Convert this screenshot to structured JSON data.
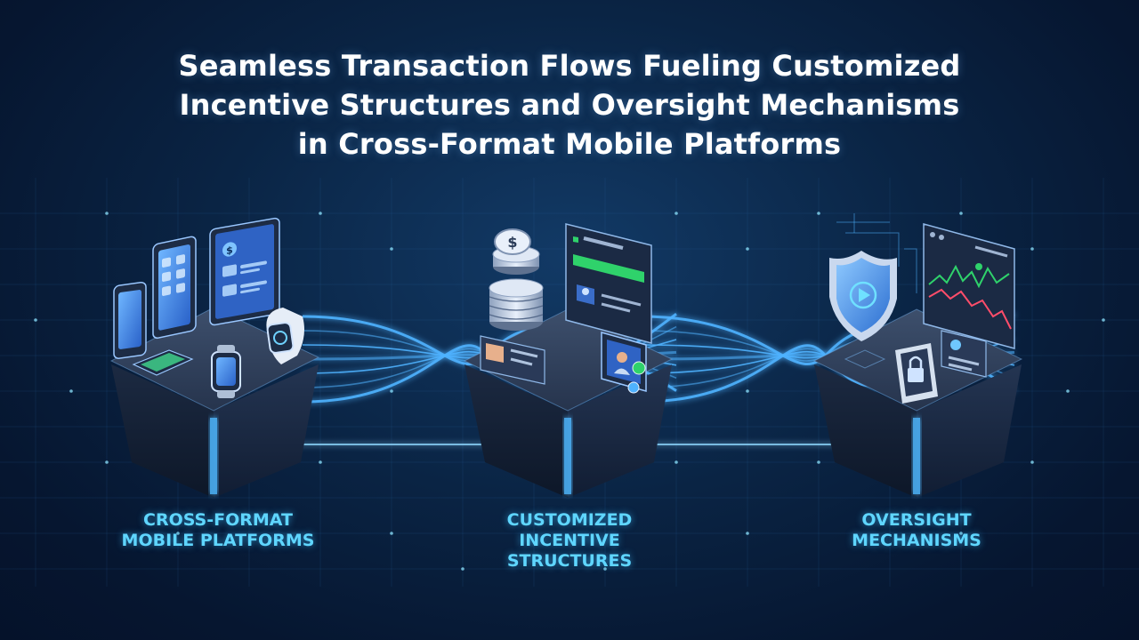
{
  "title_lines": [
    "Seamless Transaction Flows Fueling Customized",
    "Incentive Structures and Oversight Mechanisms",
    "in Cross-Format Mobile Platforms"
  ],
  "nodes": [
    {
      "label_lines": [
        "Cross-Format",
        "Mobile Platforms"
      ]
    },
    {
      "label_lines": [
        "Customized",
        "Incentive",
        "Structures"
      ]
    },
    {
      "label_lines": [
        "Oversight",
        "Mechanisms"
      ]
    }
  ],
  "icons": {
    "coin_symbol": "$",
    "dollar_badge": "$"
  },
  "colors": {
    "background": "#071a33",
    "flow": "#4fb2ff",
    "label": "#5fd6ff",
    "title": "#ffffff",
    "accent_green": "#2fd26b",
    "alert_red": "#ff4d6a"
  }
}
